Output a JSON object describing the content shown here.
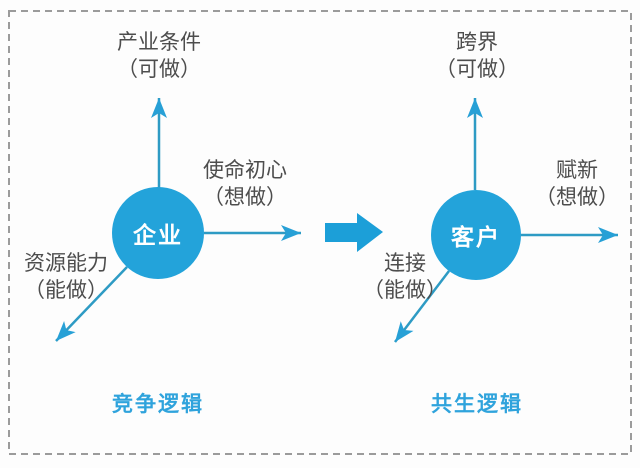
{
  "diagram": {
    "title_implied": "",
    "left_group": {
      "node_label": "企业",
      "up": {
        "line1": "产业条件",
        "line2": "（可做）"
      },
      "right": {
        "line1": "使命初心",
        "line2": "（想做）"
      },
      "diag": {
        "line1": "资源能力",
        "line2": "（能做）"
      },
      "caption": "竞争逻辑"
    },
    "right_group": {
      "node_label": "客户",
      "up": {
        "line1": "跨界",
        "line2": "（可做）"
      },
      "right": {
        "line1": "赋新",
        "line2": "（想做）"
      },
      "diag": {
        "line1": "连接",
        "line2": "（能做）"
      },
      "caption": "共生逻辑"
    },
    "colors": {
      "node_fill": "#23a3da",
      "node_text": "#ffffff",
      "thin_arrow": "#2e9bc4",
      "arrow_head": "#27a0d6",
      "block_arrow": "#1c9fd8",
      "label_text": "#4d4d4d",
      "caption_text": "#2fa3dc",
      "dashed_border": "#9b9b9b",
      "background": "#fdfdfd"
    }
  }
}
